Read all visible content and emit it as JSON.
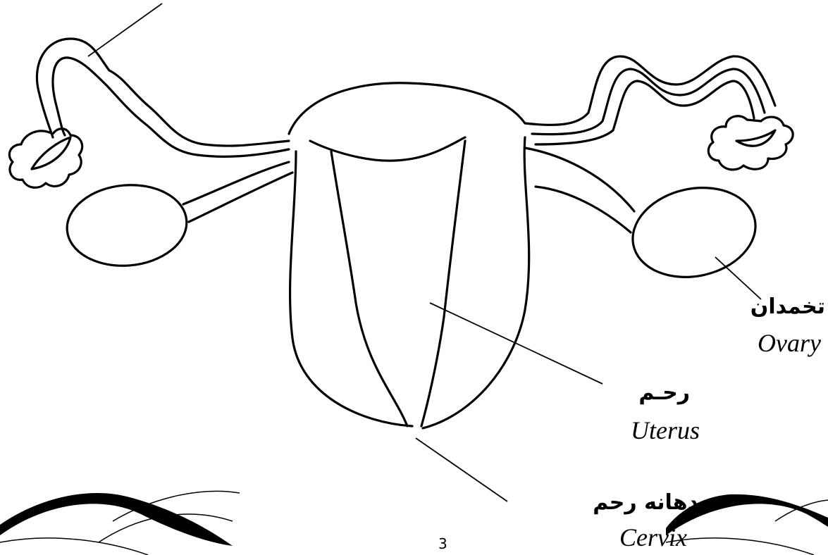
{
  "labels": {
    "ovary": {
      "fa": "تخمدان",
      "en": "Ovary"
    },
    "uterus": {
      "fa": "رحـم",
      "en": "Uterus"
    },
    "cervix": {
      "fa": "دهانه رحم",
      "en": "Cervix"
    }
  },
  "page_number": "3"
}
